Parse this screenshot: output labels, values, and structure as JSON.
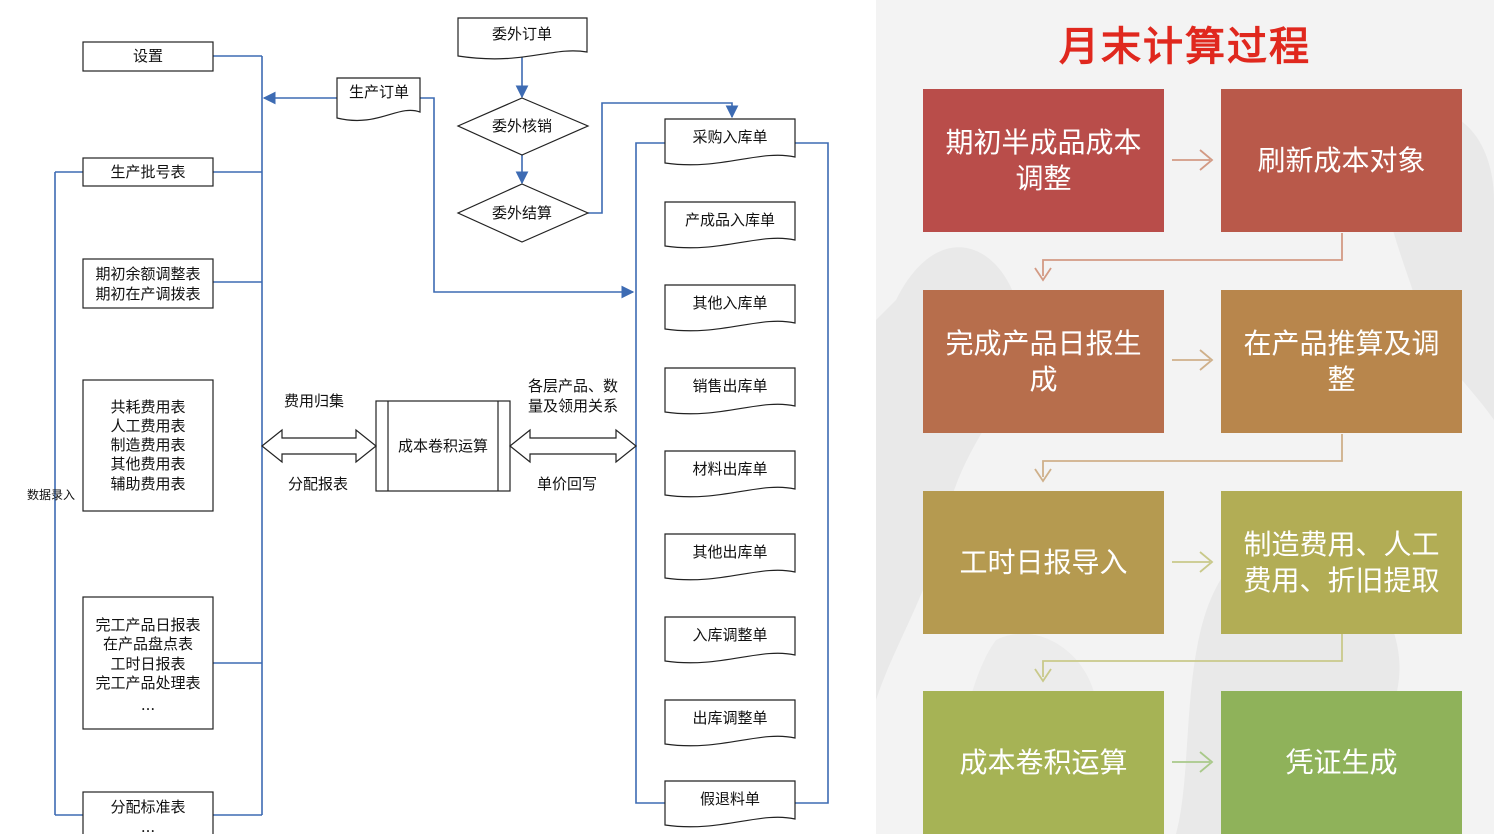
{
  "left": {
    "settings": "设置",
    "batch_table": "生产批号表",
    "opening": [
      "期初余额调整表",
      "期初在产调拨表"
    ],
    "expenses": [
      "共耗费用表",
      "人工费用表",
      "制造费用表",
      "其他费用表",
      "辅助费用表"
    ],
    "reports": [
      "完工产品日报表",
      "在产品盘点表",
      "工时日报表",
      "完工产品处理表",
      "..."
    ],
    "allocation": [
      "分配标准表",
      "..."
    ],
    "data_entry": "数据录入",
    "production_order": "生产订单",
    "outsource_order": "委外订单",
    "outsource_verify": "委外核销",
    "outsource_settle": "委外结算",
    "cost_rollup": "成本卷积运算",
    "expense_collect": "费用归集",
    "allocation_report": "分配报表",
    "layer_relation": [
      "各层产品、数",
      "量及领用关系"
    ],
    "unit_price_writeback": "单价回写",
    "documents": [
      "采购入库单",
      "产成品入库单",
      "其他入库单",
      "销售出库单",
      "材料出库单",
      "其他出库单",
      "入库调整单",
      "出库调整单",
      "假退料单"
    ]
  },
  "right": {
    "title": "月末计算过程",
    "steps": [
      "期初半成品成本调整",
      "刷新成本对象",
      "完成产品日报生成",
      "在产品推算及调整",
      "工时日报导入",
      "制造费用、人工费用、折旧提取",
      "成本卷积运算",
      "凭证生成"
    ],
    "colors": [
      "#b94d4a",
      "#b9594a",
      "#b76e4c",
      "#b8864c",
      "#b59a50",
      "#b2ad55",
      "#a6b355",
      "#8fb25a"
    ]
  }
}
